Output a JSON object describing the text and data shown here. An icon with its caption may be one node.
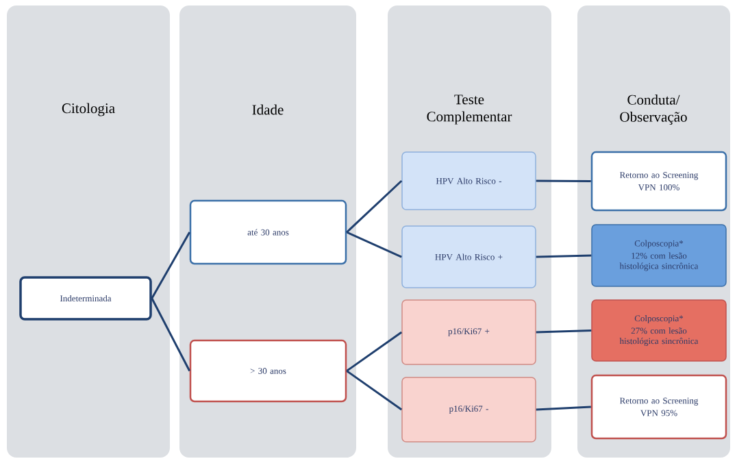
{
  "diagram": {
    "nodes": [
      {
        "text": [
          "Citologia"
        ]
      },
      {
        "text": [
          "Indeterminada"
        ],
        "in": 0
      },
      {
        "text": [
          "Idade"
        ]
      },
      {
        "text": [
          "até 30 anos"
        ],
        "in": 2
      },
      {
        "text": [
          "> 30 anos"
        ],
        "in": 2
      },
      {
        "text": [
          "Teste Complementar"
        ]
      },
      {
        "text": [
          "HPV Alto Risco -"
        ],
        "in": 5
      },
      {
        "text": [
          "HPV Alto Risco +"
        ],
        "in": 5
      },
      {
        "text": [
          "p16/Ki67 +"
        ],
        "in": 5
      },
      {
        "text": [
          "p16/Ki67 -"
        ],
        "in": 5
      },
      {
        "text": [
          "Conduta/ Observação"
        ]
      },
      {
        "text": [
          "Retorno ao Screening",
          "VPN 100%"
        ],
        "in": 10
      },
      {
        "text": [
          "Colposcopia*",
          "12% com lesão histológica sincrônica"
        ],
        "in": 10
      },
      {
        "text": [
          "Colposcopia*",
          "27% com lesão histológica sincrônica"
        ],
        "in": 10
      },
      {
        "text": [
          "Retorno ao Screening",
          "VPN 95%"
        ],
        "in": 10
      }
    ],
    "edges": [
      {
        "from": 1,
        "to": 3,
        "arrow": "none"
      },
      {
        "from": 1,
        "to": 4,
        "arrow": "none"
      },
      {
        "from": 3,
        "to": 6,
        "arrow": "none"
      },
      {
        "from": 3,
        "to": 7,
        "arrow": "none"
      },
      {
        "from": 4,
        "to": 8,
        "arrow": "none"
      },
      {
        "from": 4,
        "to": 9,
        "arrow": "none"
      },
      {
        "from": 6,
        "to": 11,
        "arrow": "none"
      },
      {
        "from": 7,
        "to": 12,
        "arrow": "none"
      },
      {
        "from": 8,
        "to": 13,
        "arrow": "none"
      },
      {
        "from": 9,
        "to": 14,
        "arrow": "none"
      }
    ]
  }
}
